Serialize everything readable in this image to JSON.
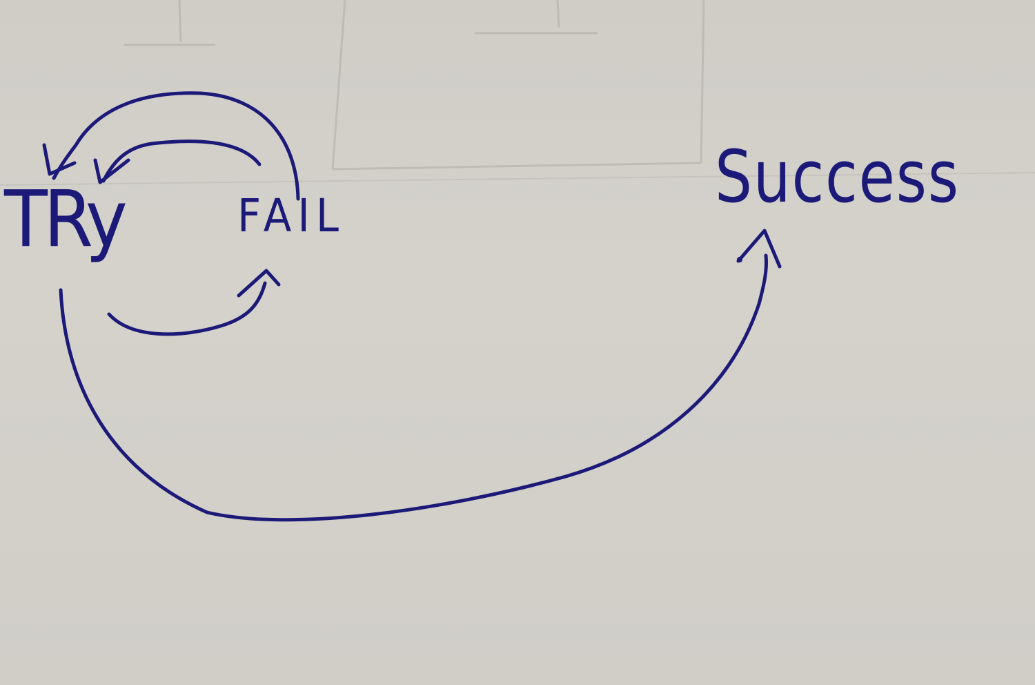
{
  "diagram": {
    "nodes": [
      {
        "id": "try",
        "label": "TRy"
      },
      {
        "id": "fail",
        "label": "FAIL"
      },
      {
        "id": "success",
        "label": "Success"
      }
    ],
    "edges": [
      {
        "from": "try",
        "to": "fail",
        "style": "curved-arrow"
      },
      {
        "from": "fail",
        "to": "try",
        "style": "curved-arrow"
      },
      {
        "from": "fail",
        "to": "try",
        "style": "curved-arrow"
      },
      {
        "from": "try",
        "to": "success",
        "style": "curved-arrow"
      }
    ],
    "colors": {
      "ink": "#1c1a78",
      "paper": "#d1cfc8",
      "pencil": "#b9b7b0"
    }
  }
}
